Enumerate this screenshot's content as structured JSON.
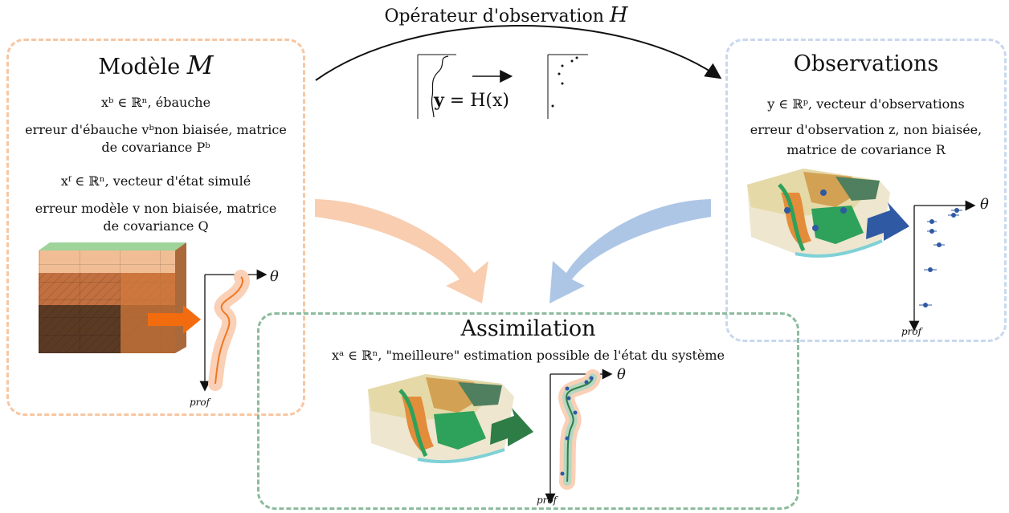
{
  "operator": {
    "title_text": "Opérateur d'observation ",
    "title_symbol": "H",
    "equation_lhs": "y",
    "equation_rhs": "= H(x)"
  },
  "model": {
    "title_text": "Modèle ",
    "title_symbol": "M",
    "line1": "xᵇ ∈ ℝⁿ, ébauche",
    "line2a": "erreur d'ébauche vᵇnon biaisée, matrice",
    "line2b": "de covariance Pᵇ",
    "line3": "xᶠ ∈ ℝⁿ, vecteur d'état simulé",
    "line4a": "erreur modèle v non biaisée, matrice",
    "line4b": "de covariance Q",
    "axis_theta": "θ",
    "axis_depth": "prof"
  },
  "observations": {
    "title": "Observations",
    "line1": "y ∈ ℝᵖ, vecteur d'observations",
    "line2a": "erreur d'observation z, non biaisée,",
    "line2b": "matrice de covariance R",
    "axis_theta": "θ",
    "axis_depth": "prof"
  },
  "assimilation": {
    "title": "Assimilation",
    "line1": "xᵃ ∈ ℝⁿ, \"meilleure\" estimation possible de l'état du système",
    "axis_theta": "θ",
    "axis_depth": "prof"
  },
  "colors": {
    "model_border": "#f6c7a3",
    "obs_border": "#c9d8ee",
    "assim_border": "#8dbb9d",
    "model_arrow": "#f8cdb0",
    "obs_arrow": "#aec6e6",
    "orange_arrow": "#f26c0f",
    "blue_arrow": "#2f5aa3",
    "green_arrow": "#2e7d46"
  }
}
